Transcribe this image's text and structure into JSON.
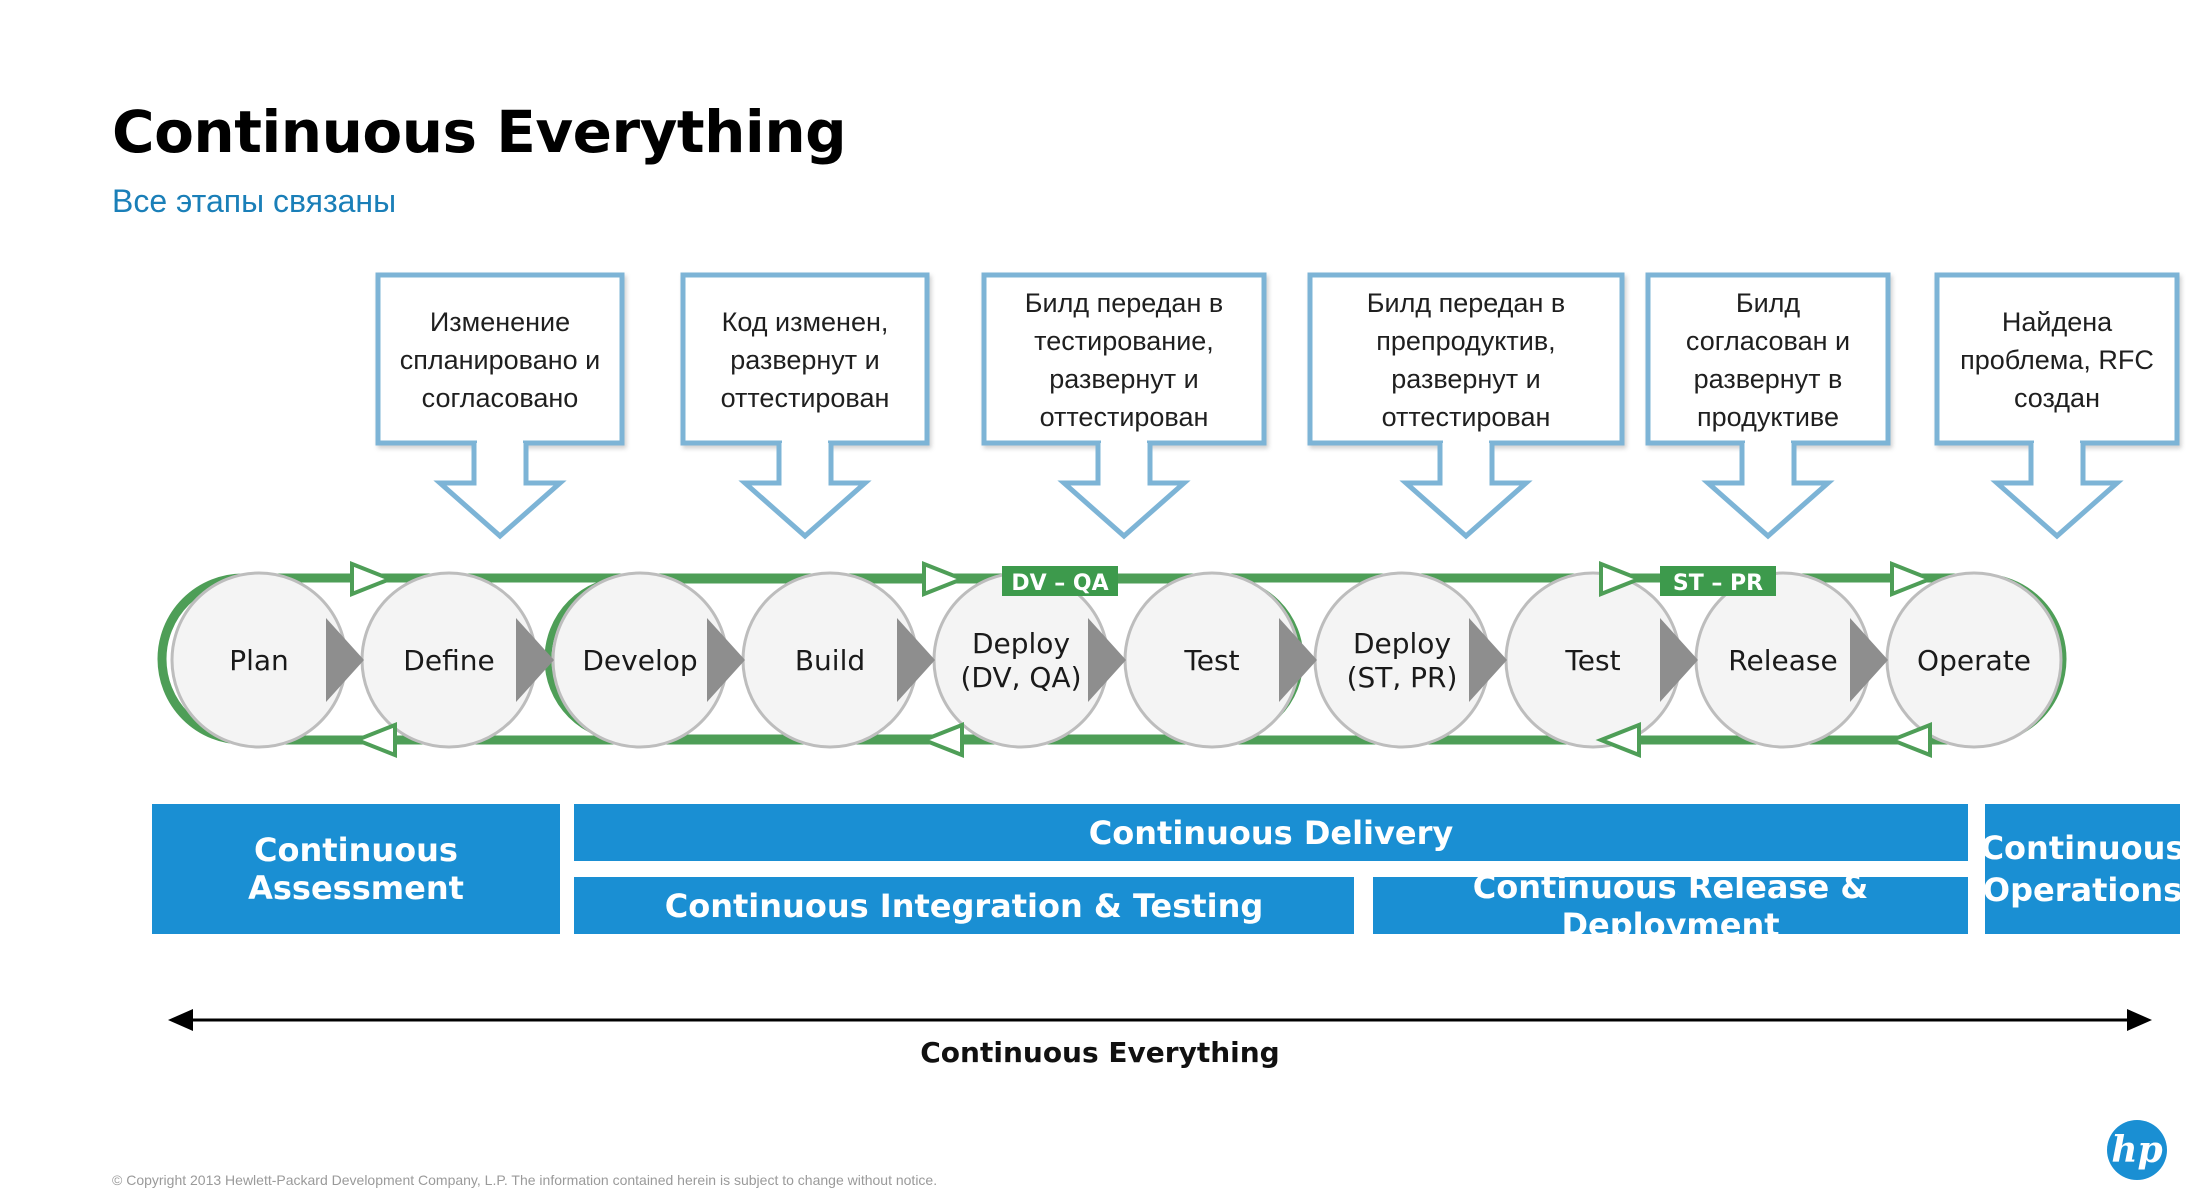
{
  "header": {
    "title": "Continuous Everything",
    "subtitle": "Все этапы связаны"
  },
  "callouts": [
    {
      "lines": [
        "Изменение",
        "спланировано и",
        "согласовано"
      ]
    },
    {
      "lines": [
        "Код изменен,",
        "развернут и",
        "оттестирован"
      ]
    },
    {
      "lines": [
        "Билд передан в",
        "тестирование,",
        "развернут и",
        "оттестирован"
      ]
    },
    {
      "lines": [
        "Билд передан в",
        "препродуктив,",
        "развернут и",
        "оттестирован"
      ]
    },
    {
      "lines": [
        "Билд",
        "согласован и",
        "развернут в",
        "продуктиве"
      ]
    },
    {
      "lines": [
        "Найдена",
        "проблема, RFC",
        "создан"
      ]
    }
  ],
  "stages": [
    {
      "lines": [
        "Plan"
      ]
    },
    {
      "lines": [
        "Define"
      ]
    },
    {
      "lines": [
        "Develop"
      ]
    },
    {
      "lines": [
        "Build"
      ]
    },
    {
      "lines": [
        "Deploy",
        "(DV, QA)"
      ]
    },
    {
      "lines": [
        "Test"
      ]
    },
    {
      "lines": [
        "Deploy",
        "(ST, PR)"
      ]
    },
    {
      "lines": [
        "Test"
      ]
    },
    {
      "lines": [
        "Release"
      ]
    },
    {
      "lines": [
        "Operate"
      ]
    }
  ],
  "environment_tags": [
    "DV – QA",
    "ST – PR"
  ],
  "bands": {
    "assessment": "Continuous Assessment",
    "delivery": "Continuous Delivery",
    "integration": "Continuous Integration & Testing",
    "release": "Continuous Release & Deployment",
    "operations_line1": "Continuous",
    "operations_line2": "Operations"
  },
  "bottom_arrow_label": "Continuous Everything",
  "footer_text": "© Copyright 2013 Hewlett-Packard Development Company, L.P. The information contained herein is subject to change without notice.",
  "logo_text": "hp",
  "colors": {
    "accent_blue": "#1a8fd3",
    "subtitle_blue": "#1a7fb8",
    "callout_border": "#7db4d6",
    "loop_green": "#4e9e57",
    "tag_green": "#3d9a4c",
    "circle_fill": "#f4f4f4",
    "circle_stroke": "#bdbdbd",
    "chevron_gray": "#8e8e8e"
  }
}
